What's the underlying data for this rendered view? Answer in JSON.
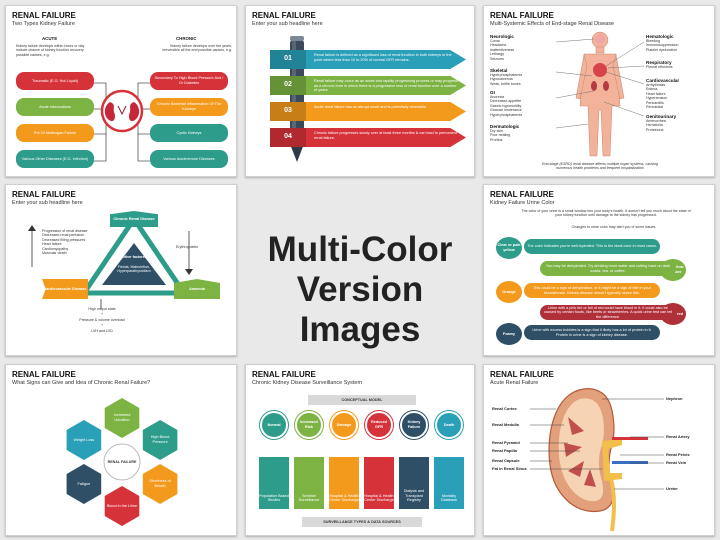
{
  "center_title": {
    "line1": "Multi-Color",
    "line2": "Version Images"
  },
  "s1": {
    "title": "RENAL FAILURE",
    "subtitle": "Two Types Kidney Failure",
    "acute_label": "ACUTE",
    "chronic_label": "CHRONIC",
    "acute_desc": "Kidney failure develops within hours or day include chance of kidney function recovery possible causes, e.g.",
    "chronic_desc": "Kidney failure develops over the years, irreversible all the end possible causes, e.g.",
    "left_items": [
      "Traumatic (E.G. Hot Liquid)",
      "Acute Intoxications",
      "Pot Of Multiorgan Failure",
      "Various Other Diseases (E.G. Infection)"
    ],
    "right_items": [
      "Secondary To High Blood Pressure And / Or Diabetes",
      "Chronic Bacterial Inflammation Of The Kidneys",
      "Cystic Kidneys",
      "Various Autoimmune Diseases"
    ],
    "colors": {
      "left": [
        "#d6323a",
        "#7cb342",
        "#f39a1d",
        "#2e9c8a"
      ],
      "right": [
        "#d6323a",
        "#f39a1d",
        "#2e9c8a",
        "#2e9c8a"
      ]
    }
  },
  "s2": {
    "title": "RENAL FAILURE",
    "subtitle": "Enter your sub headline here",
    "rows": [
      {
        "num": "01",
        "text": "Renal failure is defined as a significant loss of renal function in both kidneys to the point where less than 10 to 20% of normal GFR remains.",
        "color": "#2a9fb8"
      },
      {
        "num": "02",
        "text": "Renal failure may occur as an acute and rapidly progressing process or may progress as a chronic form in which there is a progressive loss of renal function over a number of years.",
        "color": "#7cb342"
      },
      {
        "num": "03",
        "text": "Acute renal failure has an abrupt onset and is potentially reversible.",
        "color": "#f39a1d"
      },
      {
        "num": "04",
        "text": "Chronic failure progresses slowly over at least three months & can lead to permanent renal failure.",
        "color": "#d6323a"
      }
    ]
  },
  "s3": {
    "title": "RENAL FAILURE",
    "subtitle": "Multi-Systemic Effects of End-stage Renal Disease",
    "left": [
      {
        "head": "Neurologic",
        "items": [
          "Coma",
          "Headache",
          "Inattentiveness",
          "Lethargy",
          "Seizures"
        ]
      },
      {
        "head": "Skeletal",
        "items": [
          "Hyperphosphatemia",
          "Hypocalcemia",
          "Weak, brittle bones"
        ]
      },
      {
        "head": "GI",
        "items": [
          "Anorexia",
          "Decreased appetite",
          "Gastric hypomotility",
          "Glucose intolerance",
          "Hyperphosphatemia"
        ]
      },
      {
        "head": "Dermatologic",
        "items": [
          "Dry skin",
          "Poor healing",
          "Pruritus"
        ]
      }
    ],
    "right": [
      {
        "head": "Hematologic",
        "items": [
          "Bleeding",
          "Immunosuppression",
          "Platelet dysfunction"
        ]
      },
      {
        "head": "Respiratory",
        "items": [
          "Pleural effusions"
        ]
      },
      {
        "head": "Cardiovascular",
        "items": [
          "Arrhythmias",
          "Edema",
          "Heart failure",
          "Hypertension",
          "Pericarditis",
          "Pericardial"
        ]
      },
      {
        "head": "Genitourinary",
        "items": [
          "Amenorrhea",
          "Hematuria",
          "Proteinuria"
        ]
      }
    ],
    "caption": "End-stage (ESRD) renal disease affects multiple organ systems, causing numerous health problems and frequent hospitalization"
  },
  "s4": {
    "title": "RENAL FAILURE",
    "subtitle": "Enter your sub headline here",
    "top_label": "Chronic Renal Disease",
    "left_label": "Cardiovascular Disease",
    "right_label": "Anaemia",
    "center_head": "Other factors:",
    "center_body": "Fistula, Malnutrition, Hyperparathyroidism",
    "bullets": [
      "Progression of renal disease",
      "Decreased renal perfusion",
      "Decreased filling pressures",
      "Heart failure",
      "Cardiomyopathy",
      "Muscular death"
    ],
    "erythro": "Erythropoietin",
    "bottom": [
      "High output state",
      "+",
      "Pressure & volume overload",
      "+",
      "LVH and LVD"
    ]
  },
  "s5": {
    "title": "RENAL FAILURE",
    "subtitle": "Kidney Failure Urine Color",
    "intro": "The color of your urine is a small window into your body's health. It doesn't tell you much about the state of your kidney function until damage to the kidney has progressed.",
    "changes": "Changes to urine color may alert you of some issues.",
    "tags": [
      {
        "label": "Clear or pale yellow",
        "color": "#2e9c8a"
      },
      {
        "label": "Dark Yellow or Amber",
        "color": "#7cb342"
      },
      {
        "label": "Orange",
        "color": "#f39a1d"
      },
      {
        "label": "Pink or red",
        "color": "#b0303a"
      },
      {
        "label": "Foamy",
        "color": "#2e4f66"
      }
    ],
    "bars": [
      "The color indicates you're well-hydrated. This is the ideal color in most cases.",
      "You may be dehydrated. Try drinking more water and cutting back on dark sodas, tea, or coffee.",
      "This could be a sign of dehydration, or it might be a sign of bile in your bloodstream. Kidney disease doesn't typically cause this.",
      "Urine with a pink tint or full of red could have blood in it. It could also be caused by certain foods, like beets or strawberries. A quick urine test can tell the difference.",
      "Urine with excess bubbles is a sign that it likely has a lot of protein in it. Protein in urine is a sign of kidney disease."
    ]
  },
  "s6": {
    "title": "RENAL FAILURE",
    "subtitle": "What Signs can Give and Idea of Chronic Renal Failure?",
    "center": "RENAL FAILURE",
    "petals": [
      {
        "label": "Increased Urination",
        "color": "#7cb342"
      },
      {
        "label": "High Blood Pressure",
        "color": "#2e9c8a"
      },
      {
        "label": "Shortness of Breath",
        "color": "#f39a1d"
      },
      {
        "label": "Blood in the Urine",
        "color": "#d6323a"
      },
      {
        "label": "Fatigue",
        "color": "#2e4f66"
      },
      {
        "label": "Weight Loss",
        "color": "#2a9fb8"
      }
    ]
  },
  "s7": {
    "title": "RENAL FAILURE",
    "subtitle": "Chronic Kidney Disease Surveillance System",
    "top_banner": "CONCEPTUAL MODEL",
    "bottom_banner": "SURVEILLANCE TYPES & DATA SOURCES",
    "columns": [
      {
        "head": "Normal",
        "body": "Population Based Studies",
        "color": "#2e9c8a"
      },
      {
        "head": "Increased Risk",
        "body": "Sentinel Surveillance",
        "color": "#7cb342"
      },
      {
        "head": "Damage",
        "body": "Hospital & Health Center Discharge",
        "color": "#f39a1d"
      },
      {
        "head": "Reduced GFR",
        "body": "Hospital & Health Center Discharge",
        "color": "#d6323a"
      },
      {
        "head": "Kidney Failure",
        "body": "Dialysis and Transplant Registry",
        "color": "#2e4f66"
      },
      {
        "head": "Death",
        "body": "Mortality Database",
        "color": "#2a9fb8"
      }
    ]
  },
  "s8": {
    "title": "RENAL FAILURE",
    "subtitle": "Acute Renal Failure",
    "left_labels": [
      "Renal Cortex",
      "Renal Medulla",
      "Renal Pyramid",
      "Renal Papilla",
      "Renal Capsule",
      "Fat in Renal Sinus"
    ],
    "right_labels": [
      "Nephron",
      "Renal Artery",
      "Renal Pelvis",
      "Renal Vein",
      "Ureter"
    ]
  }
}
